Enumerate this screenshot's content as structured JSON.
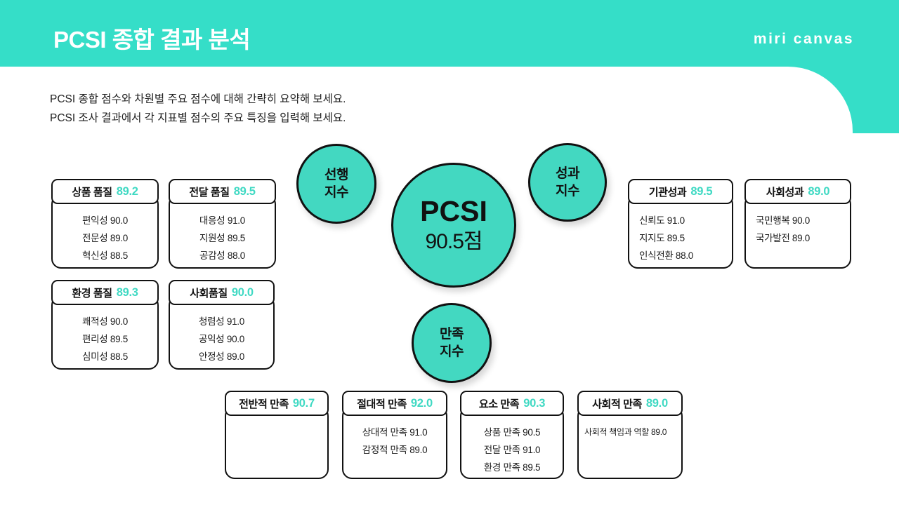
{
  "header": {
    "title": "PCSI 종합 결과 분석",
    "brand": "miri canvas",
    "band_color": "#35DEC8"
  },
  "subtitle": {
    "line1": "PCSI 종합 점수와 차원별 주요 점수에 대해 간략히 요약해 보세요.",
    "line2": "PCSI 조사 결과에서 각 지표별 점수의 주요 특징을 입력해 보세요."
  },
  "accent_color": "#3FD9C3",
  "circles": [
    {
      "id": "leading-index",
      "line1": "선행",
      "line2": "지수"
    },
    {
      "id": "pcsi-main",
      "line1": "PCSI",
      "line2": "90.5점"
    },
    {
      "id": "performance-index",
      "line1": "성과",
      "line2": "지수"
    },
    {
      "id": "satisfaction-index",
      "line1": "만족",
      "line2": "지수"
    }
  ],
  "cards": [
    {
      "id": "product-quality",
      "title": "상품 품질",
      "score": "89.2",
      "metrics": [
        "편익성 90.0",
        "전문성 89.0",
        "혁신성 88.5"
      ]
    },
    {
      "id": "delivery-quality",
      "title": "전달 품질",
      "score": "89.5",
      "metrics": [
        "대응성 91.0",
        "지원성 89.5",
        "공감성 88.0"
      ]
    },
    {
      "id": "environment-quality",
      "title": "환경 품질",
      "score": "89.3",
      "metrics": [
        "쾌적성 90.0",
        "편리성 89.5",
        "심미성 88.5"
      ]
    },
    {
      "id": "social-quality",
      "title": "사회품질",
      "score": "90.0",
      "metrics": [
        "청렴성 91.0",
        "공익성 90.0",
        "안정성 89.0"
      ]
    },
    {
      "id": "institutional-performance",
      "title": "기관성과",
      "score": "89.5",
      "metrics": [
        "신뢰도 91.0",
        "지지도 89.5",
        "인식전환 88.0"
      ]
    },
    {
      "id": "social-performance",
      "title": "사회성과",
      "score": "89.0",
      "metrics": [
        "국민행복 90.0",
        "국가발전 89.0"
      ]
    },
    {
      "id": "overall-satisfaction",
      "title": "전반적 만족",
      "score": "90.7",
      "metrics": []
    },
    {
      "id": "absolute-satisfaction",
      "title": "절대적 만족",
      "score": "92.0",
      "metrics": [
        "상대적 만족 91.0",
        "감정적 만족 89.0"
      ]
    },
    {
      "id": "element-satisfaction",
      "title": "요소 만족",
      "score": "90.3",
      "metrics": [
        "상품 만족 90.5",
        "전달 만족 91.0",
        "환경 만족 89.5"
      ]
    },
    {
      "id": "social-satisfaction",
      "title": "사회적 만족",
      "score": "89.0",
      "metrics": [
        "사회적 책임과 역할 89.0"
      ]
    }
  ]
}
